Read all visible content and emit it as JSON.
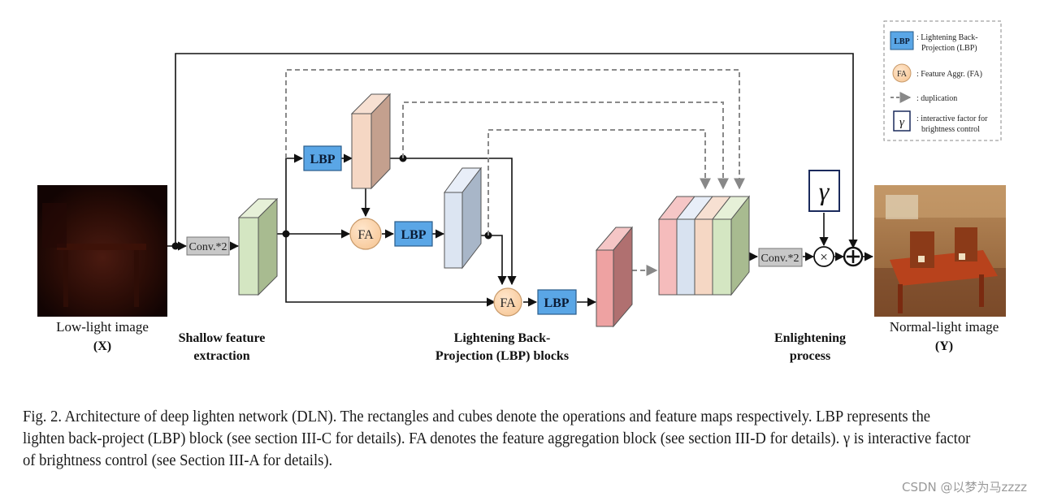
{
  "legend": {
    "lbp_tag": "LBP",
    "lbp_desc_1": ": Lightening Back-",
    "lbp_desc_2": "Projection (LBP)",
    "fa_tag": "FA",
    "fa_desc": ": Feature Aggr. (FA)",
    "dup_desc": ": duplication",
    "gamma_tag": "γ",
    "gamma_desc_1": ": interactive factor for",
    "gamma_desc_2": "brightness control"
  },
  "blocks": {
    "conv_left": "Conv.*2",
    "conv_right": "Conv.*2",
    "lbp": "LBP",
    "fa": "FA",
    "gamma": "γ",
    "multiply": "×",
    "add": "+"
  },
  "labels": {
    "input_1": "Low-light image",
    "input_2": "(X)",
    "shallow_1": "Shallow feature",
    "shallow_2": "extraction",
    "lbp_blocks_1": "Lightening Back-",
    "lbp_blocks_2": "Projection (LBP) blocks",
    "enlight_1": "Enlightening",
    "enlight_2": "process",
    "output_1": "Normal-light image",
    "output_2": "(Y)"
  },
  "caption": {
    "line1": "Fig. 2.    Architecture of deep lighten network (DLN). The rectangles and cubes denote the operations and feature maps respectively. LBP represents the",
    "line2": "lighten back-project (LBP) block (see section III-C for details). FA denotes the feature aggregation block (see section III-D for details). γ is interactive factor",
    "line3": "of brightness control (see Section III-A for details)."
  },
  "watermark": "CSDN @以梦为马zzzz"
}
